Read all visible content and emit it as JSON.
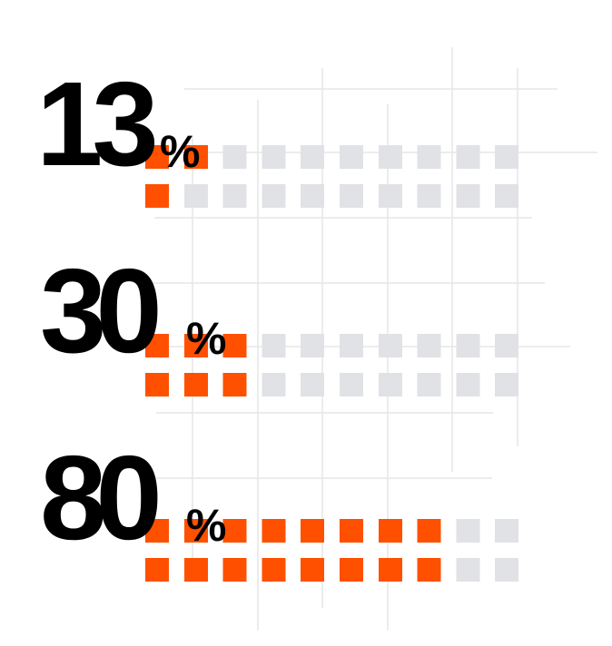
{
  "chart_data": {
    "type": "waffle",
    "cells_per_row": 10,
    "rows": 2,
    "items": [
      {
        "number": "13",
        "unit": "%",
        "value": 13
      },
      {
        "number": "30",
        "unit": "%",
        "value": 30
      },
      {
        "number": "80",
        "unit": "%",
        "value": 80
      }
    ],
    "colors": {
      "filled": "#ff5000",
      "empty": "#e1e2e6",
      "text": "#000000",
      "grid": "#e6e6e6"
    }
  }
}
